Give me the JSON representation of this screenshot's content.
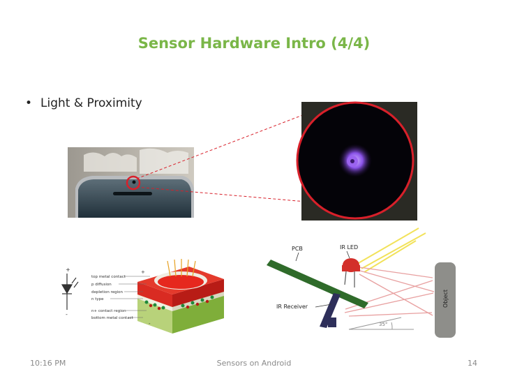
{
  "slide": {
    "title": "Sensor Hardware Intro (4/4)",
    "bullet": "Light  & Proximity",
    "bullet_marker": "•"
  },
  "footer": {
    "time": "10:16 PM",
    "center": "Sensors on Android",
    "page": "14"
  },
  "diagram_photodiode": {
    "labels": [
      "top metal contact",
      "p diffusion",
      "depletion region",
      "n type",
      "n+ contact region",
      "bottom metal contact"
    ],
    "plus": "+",
    "minus": "-"
  },
  "diagram_proximity": {
    "pcb": "PCB",
    "ir_led": "IR LED",
    "ir_receiver": "IR Receiver",
    "object": "Object",
    "angle": "35°"
  },
  "colors": {
    "title": "#7ab648",
    "highlight_ring": "#d8202a",
    "led_glow": "#8a52e8",
    "pcb": "#2f6b2a"
  }
}
